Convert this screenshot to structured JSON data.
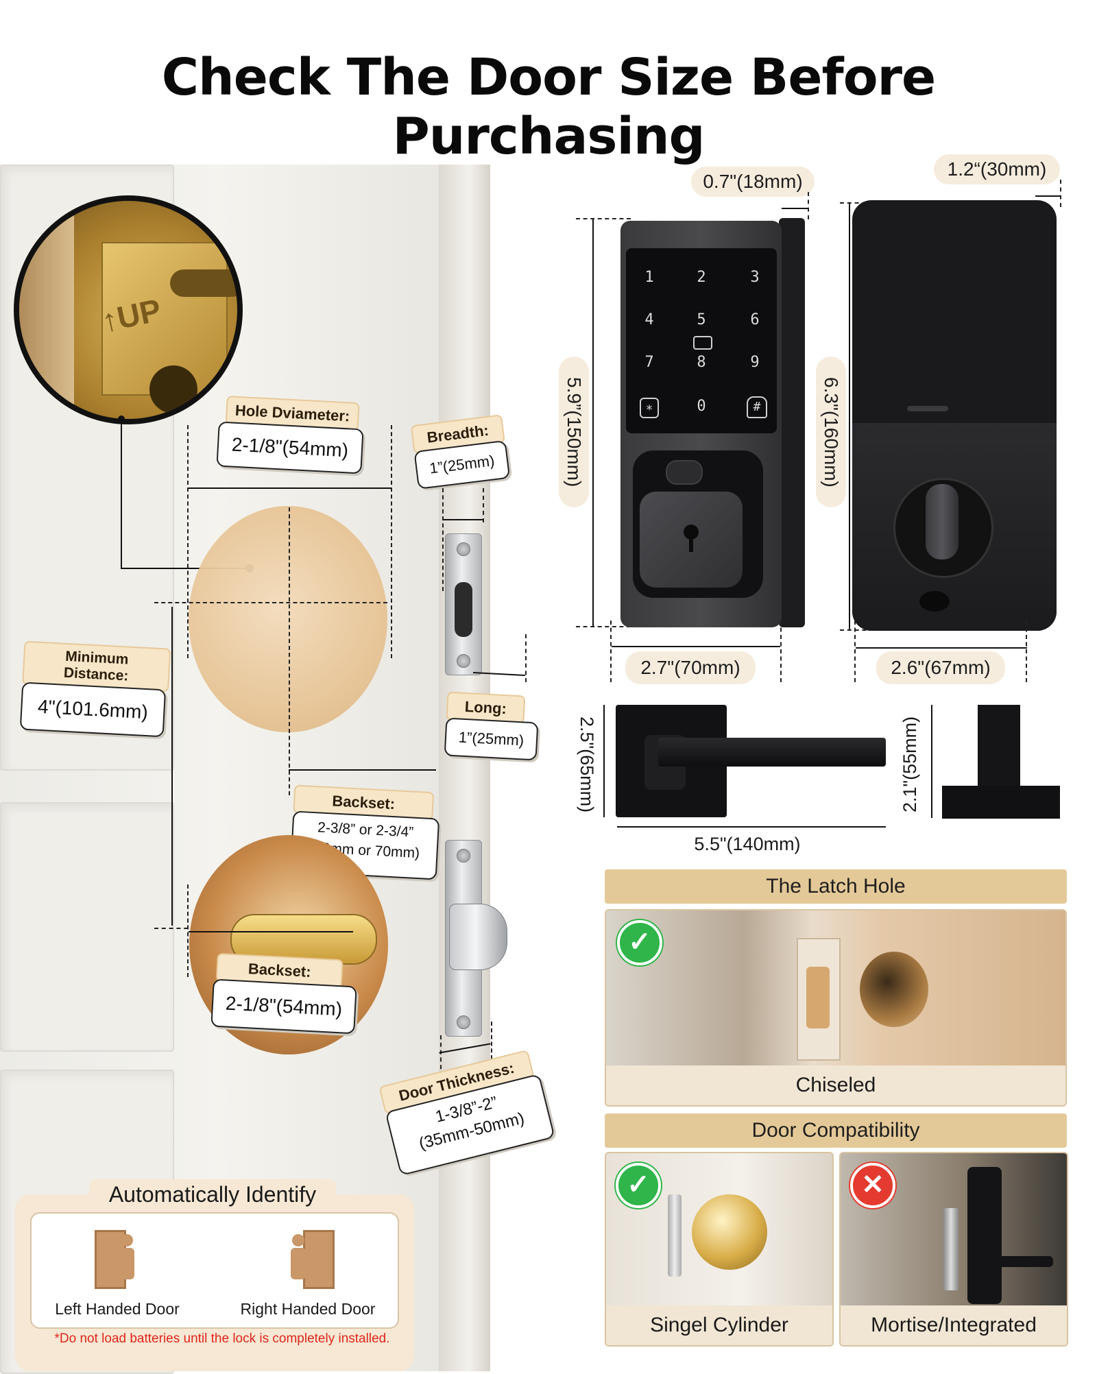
{
  "title": "Check The Door Size Before Purchasing",
  "door_callouts": {
    "hole_diameter": {
      "label": "Hole Dviameter:",
      "value": "2-1/8\"(54mm)"
    },
    "breadth": {
      "label": "Breadth:",
      "value": "1”(25mm)"
    },
    "minimum_distance": {
      "label": "Minimum Distance:",
      "value": "4\"(101.6mm)"
    },
    "long": {
      "label": "Long:",
      "value": "1”(25mm)"
    },
    "backset_upper": {
      "label": "Backset:",
      "value_line1": "2-3/8” or 2-3/4”",
      "value_line2": "(60mm or 70mm)"
    },
    "backset_lower": {
      "label": "Backset:",
      "value": "2-1/8\"(54mm)"
    },
    "door_thickness": {
      "label": "Door Thickness:",
      "value_line1": "1-3/8”-2”",
      "value_line2": "(35mm-50mm)"
    },
    "latch_stamp": "↑UP"
  },
  "auto_identify": {
    "title": "Automatically Identify",
    "left_label": "Left Handed Door",
    "right_label": "Right Handed Door",
    "warning": "*Do not load batteries until the lock is completely installed."
  },
  "lock_dimensions": {
    "front_depth": "0.7\"(18mm)",
    "back_depth": "1.2“(30mm)",
    "front_height": "5.9”(150mm)",
    "back_height": "6.3\"(160mm)",
    "front_width": "2.7\"(70mm)",
    "back_width": "2.6\"(67mm)",
    "handle_height": "2.5\"(65mm)",
    "handle_length": "5.5\"(140mm)",
    "handle_side_height": "2.1\"(55mm)"
  },
  "keypad": {
    "keys": [
      "1",
      "2",
      "3",
      "4",
      "5",
      "6",
      "7",
      "8",
      "9",
      "∗",
      "0",
      "#"
    ]
  },
  "latch_hole": {
    "heading": "The Latch Hole",
    "caption": "Chiseled"
  },
  "door_compat": {
    "heading": "Door Compatibility",
    "left_caption": "Singel Cylinder",
    "right_caption": "Mortise/Integrated"
  },
  "icons": {
    "check": "check-circle-icon",
    "cross": "cross-circle-icon"
  },
  "colors": {
    "label_bg": "#f7e6c8",
    "section_bg": "#e4c998",
    "warning": "#e0261b",
    "check": "#2fb54a",
    "cross": "#e53a2f"
  }
}
